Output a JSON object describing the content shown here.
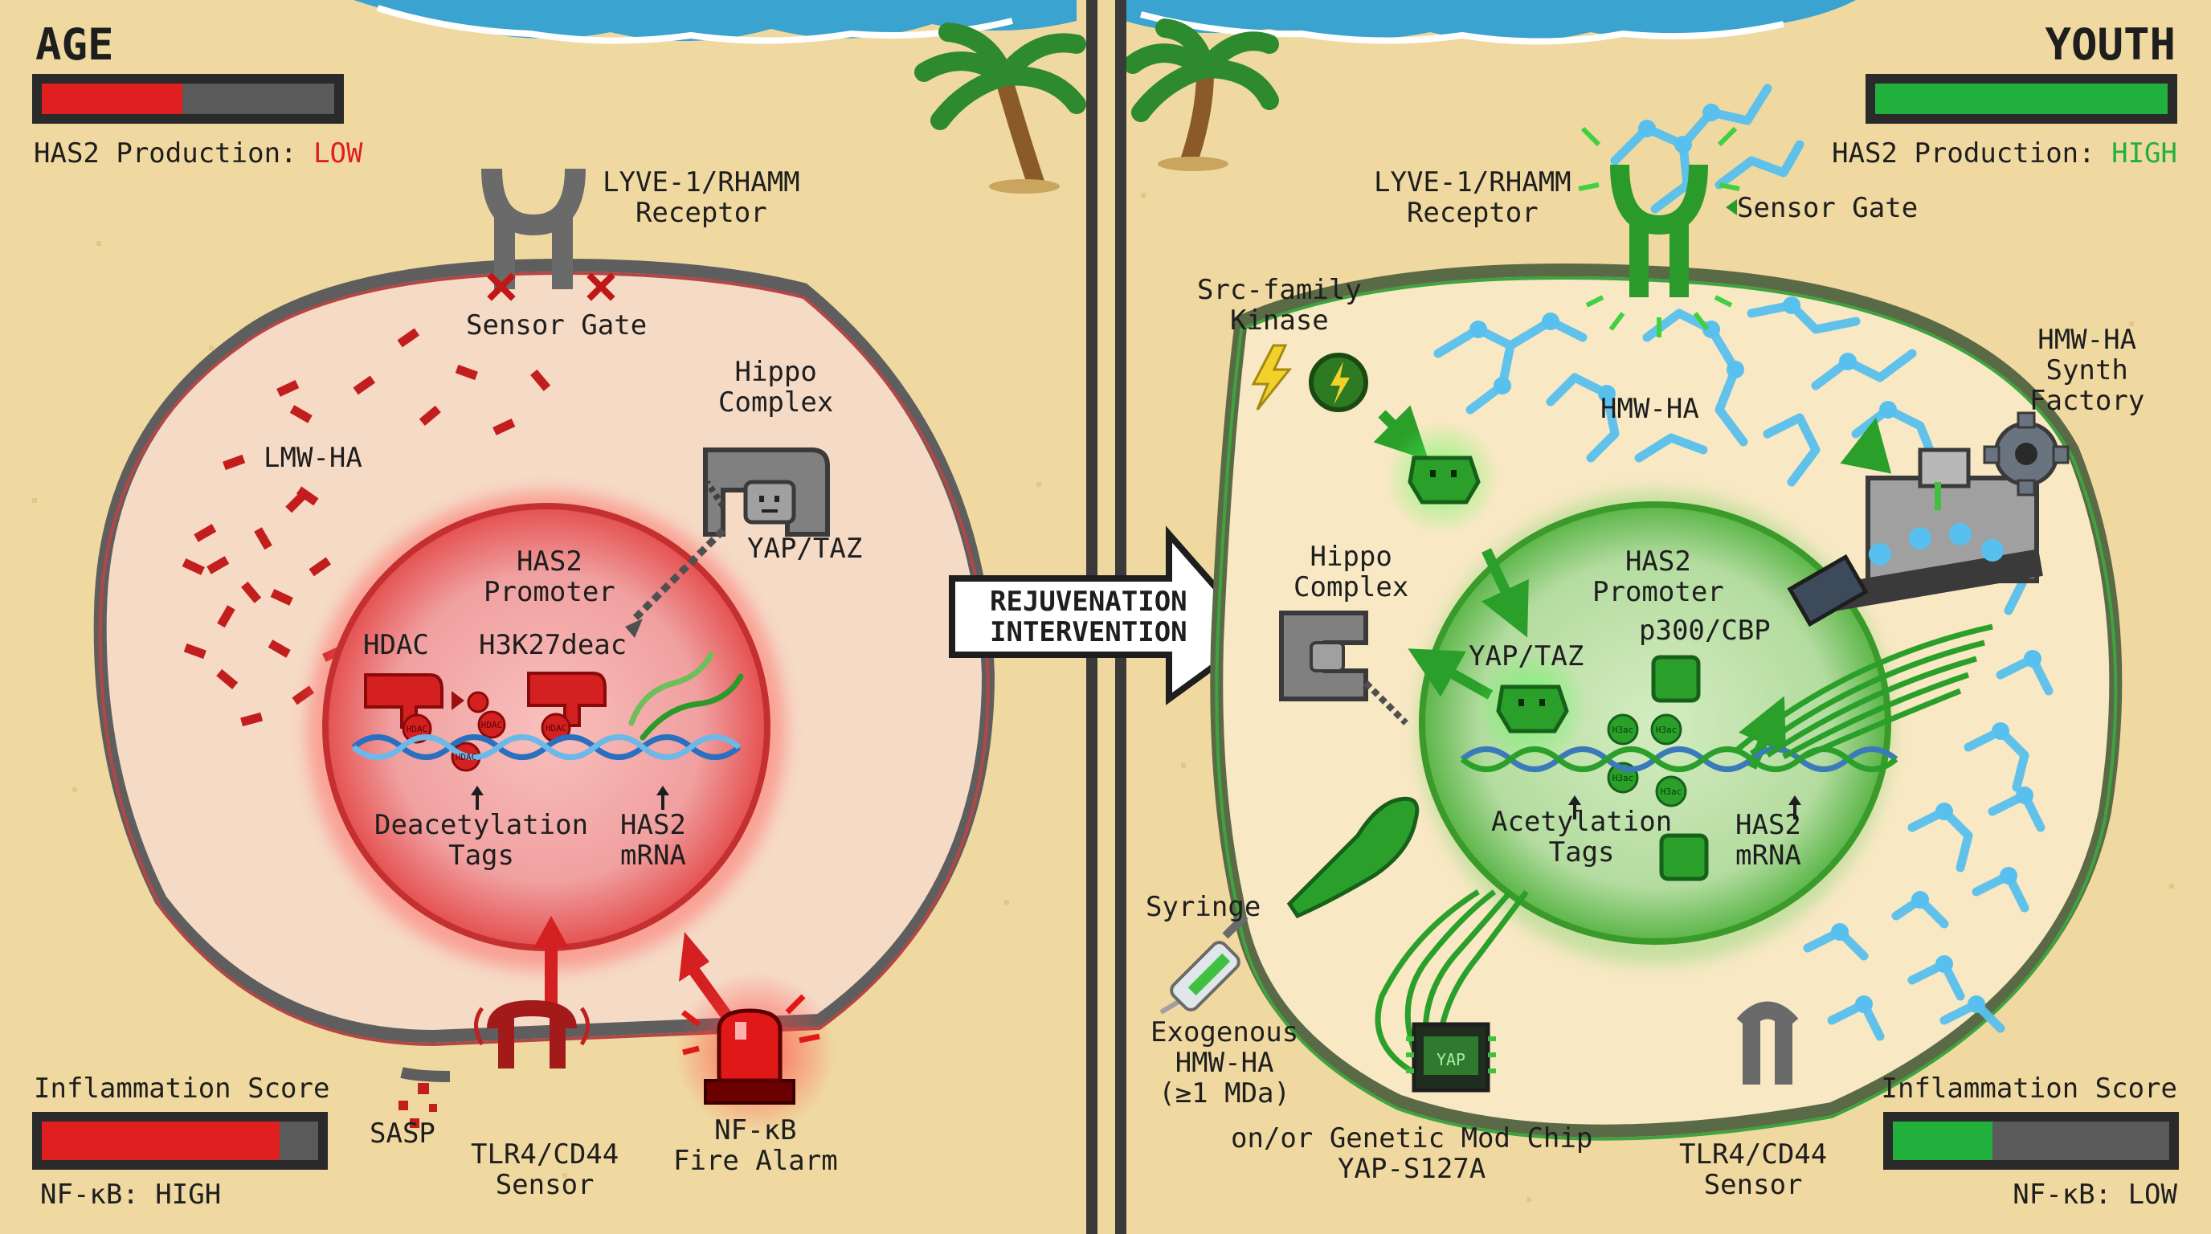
{
  "panels": {
    "age": {
      "title": "AGE",
      "has2_meter": {
        "label": "HAS2 Production:",
        "level_text": "LOW",
        "level": 0.48,
        "color": "#e02020"
      },
      "inflammation": {
        "label": "Inflammation Score",
        "level": 0.86,
        "color": "#e02020",
        "status": "NF-κB: HIGH"
      },
      "labels": {
        "receptor": "LYVE-1/RHAMM\nReceptor",
        "sensor_gate": "Sensor Gate",
        "hippo": "Hippo\nComplex",
        "lmw_ha": "LMW-HA",
        "yap_taz": "YAP/TAZ",
        "promoter": "HAS2\nPromoter",
        "hdac": "HDAC",
        "h3k27": "H3K27deac",
        "tag_text": "HDAC",
        "tags": "Deacetylation\nTags",
        "mrna": "HAS2\nmRNA",
        "sasp": "SASP",
        "tlr4": "TLR4/CD44\nSensor",
        "nfkb": "NF-κB\nFire Alarm"
      }
    },
    "youth": {
      "title": "YOUTH",
      "has2_meter": {
        "label": "HAS2 Production:",
        "level_text": "HIGH",
        "level": 1.0,
        "color": "#22b03c"
      },
      "inflammation": {
        "label": "Inflammation Score",
        "level": 0.36,
        "color": "#22b03c",
        "status": "NF-κB: LOW"
      },
      "labels": {
        "receptor": "LYVE-1/RHAMM\nReceptor",
        "sensor_gate": "Sensor Gate",
        "src": "Src-family\nKinase",
        "hmw_ha": "HMW-HA",
        "factory": "HMW-HA\nSynth\nFactory",
        "hippo": "Hippo\nComplex",
        "promoter": "HAS2\nPromoter",
        "p300": "p300/CBP",
        "yap_taz": "YAP/TAZ",
        "tag_text": "H3ac",
        "tags": "Acetylation\nTags",
        "mrna": "HAS2\nmRNA",
        "syringe": "Syringe",
        "exogenous": "Exogenous\nHMW-HA\n(≥1 MDa)",
        "chip_text": "YAP",
        "chip": "on/or Genetic Mod Chip\nYAP-S127A",
        "tlr4": "TLR4/CD44\nSensor"
      }
    }
  },
  "intervention": "REJUVENATION\nINTERVENTION",
  "colors": {
    "sand": "#f0d9a0",
    "sea": "#3aa3cf",
    "membrane": "#5e5e5e",
    "red": "#d42020",
    "green": "#2aa02a",
    "ha_blue": "#58c0ee",
    "steel": "#7c7c7c"
  }
}
